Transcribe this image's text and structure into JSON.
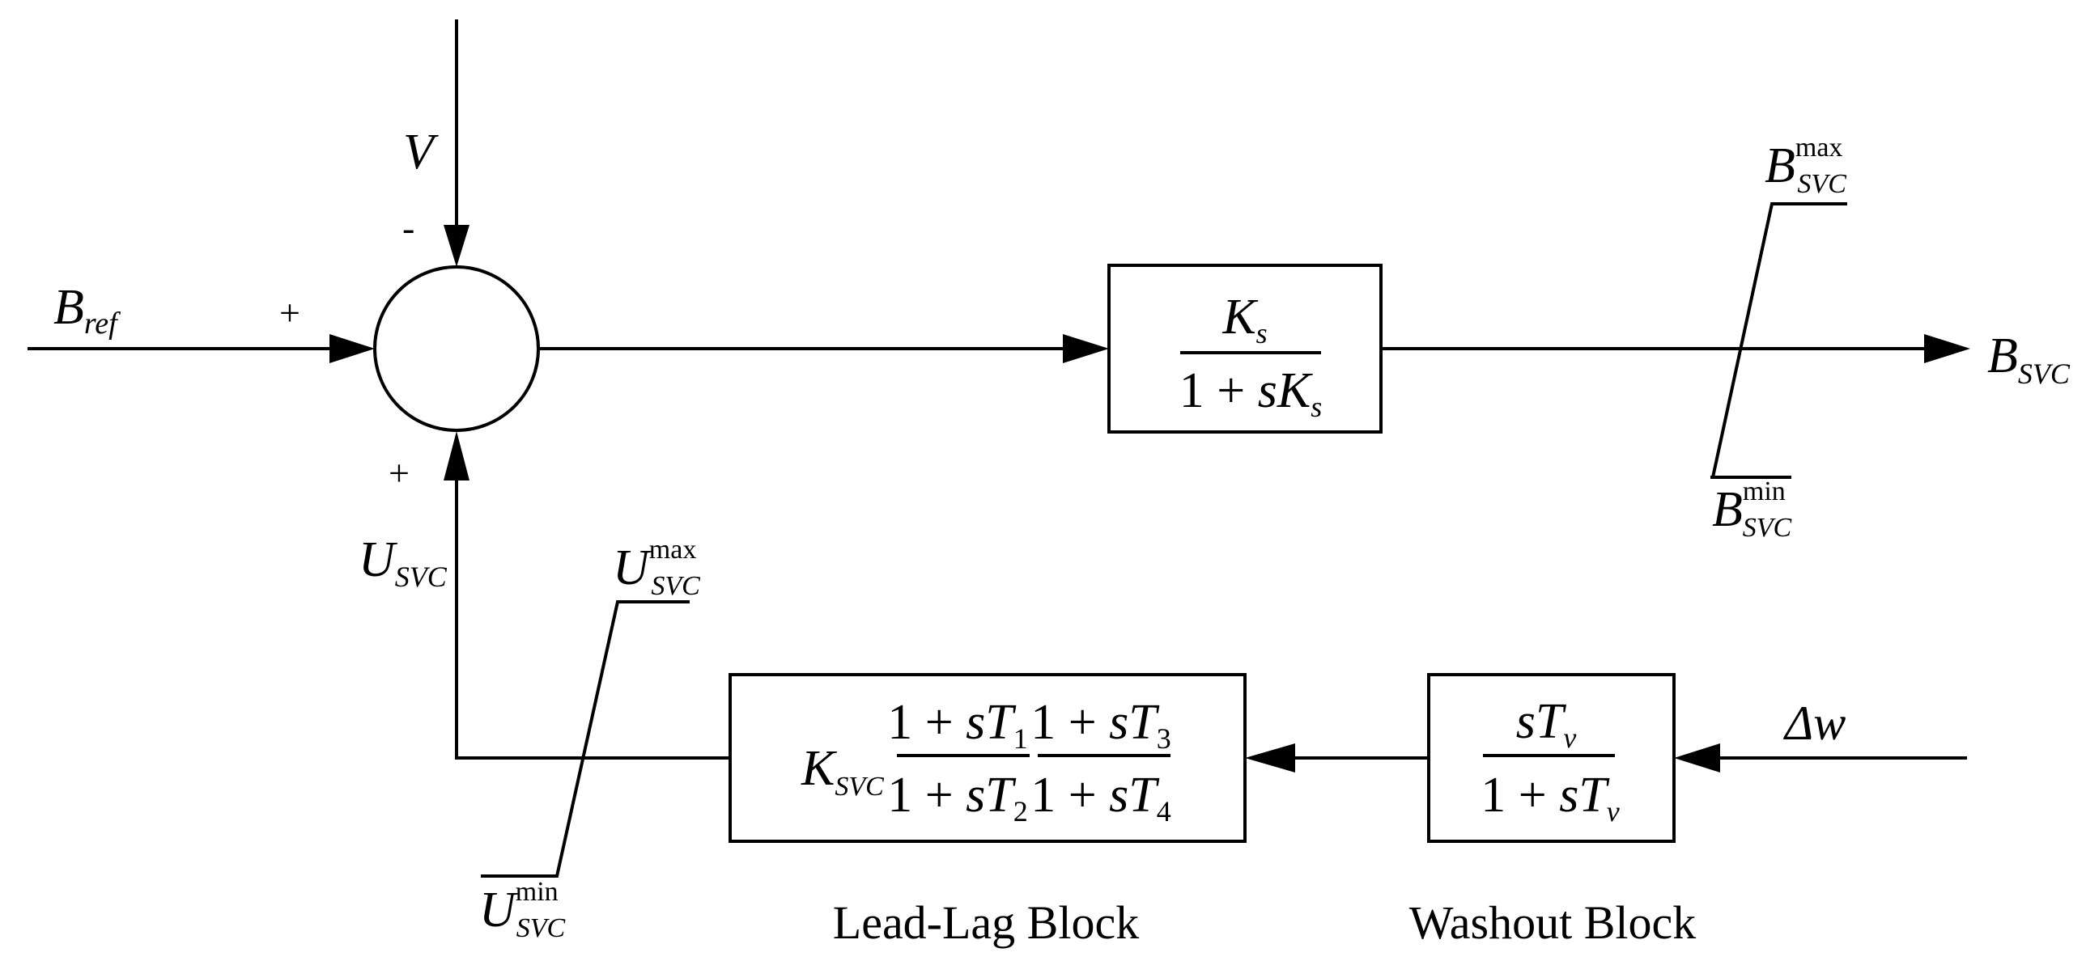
{
  "signals": {
    "v_base": "V",
    "b_ref_base": "B",
    "b_ref_sub": "ref",
    "b_svc_base": "B",
    "b_svc_sub": "SVC",
    "u_svc_base": "U",
    "u_svc_sub": "SVC",
    "delta_w": "Δw"
  },
  "summing_junction": {
    "sign_top": "-",
    "sign_left": "+",
    "sign_bottom": "+"
  },
  "limits": {
    "b_max_base": "B",
    "b_max_sup": "max",
    "b_max_sub": "SVC",
    "b_min_base": "B",
    "b_min_sup": "min",
    "b_min_sub": "SVC",
    "u_max_base": "U",
    "u_max_sup": "max",
    "u_max_sub": "SVC",
    "u_min_base": "U",
    "u_min_sup": "min",
    "u_min_sub": "SVC"
  },
  "blocks": {
    "gain_block": {
      "num_base": "K",
      "num_sub": "s",
      "den_prefix": "1 + ",
      "den_base": "sK",
      "den_sub": "s"
    },
    "lead_lag": {
      "gain_base": "K",
      "gain_sub": "SVC",
      "num1_prefix": "1 + ",
      "num1_base": "sT",
      "num1_sub": "1",
      "den1_prefix": "1 + ",
      "den1_base": "sT",
      "den1_sub": "2",
      "num2_prefix": "1 + ",
      "num2_base": "sT",
      "num2_sub": "3",
      "den2_prefix": "1 + ",
      "den2_base": "sT",
      "den2_sub": "4",
      "caption": "Lead-Lag Block"
    },
    "washout": {
      "num_base": "sT",
      "num_sub": "v",
      "den_prefix": "1 + ",
      "den_base": "sT",
      "den_sub": "v",
      "caption": "Washout Block"
    }
  }
}
